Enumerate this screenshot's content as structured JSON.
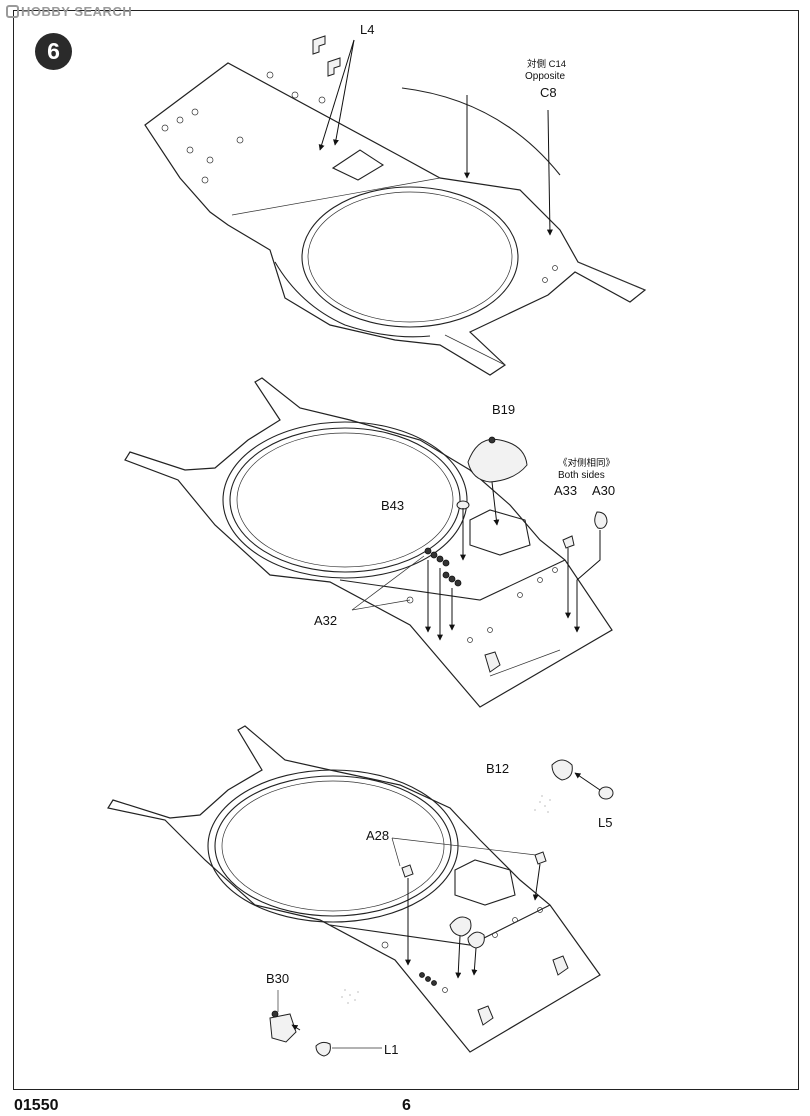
{
  "watermark": {
    "text": "HOBBY SEARCH"
  },
  "step": {
    "number": "6"
  },
  "labels": {
    "l4": "L4",
    "c14_cn": "対側 C14",
    "opposite": "Opposite",
    "c8": "C8",
    "b19": "B19",
    "both_cn": "《对侧相同》",
    "both_sides": "Both sides",
    "a33": "A33",
    "a30": "A30",
    "b43": "B43",
    "a32": "A32",
    "b12": "B12",
    "l5": "L5",
    "a28": "A28",
    "b30": "B30",
    "l1": "L1"
  },
  "footer": {
    "code": "01550",
    "page": "6"
  }
}
